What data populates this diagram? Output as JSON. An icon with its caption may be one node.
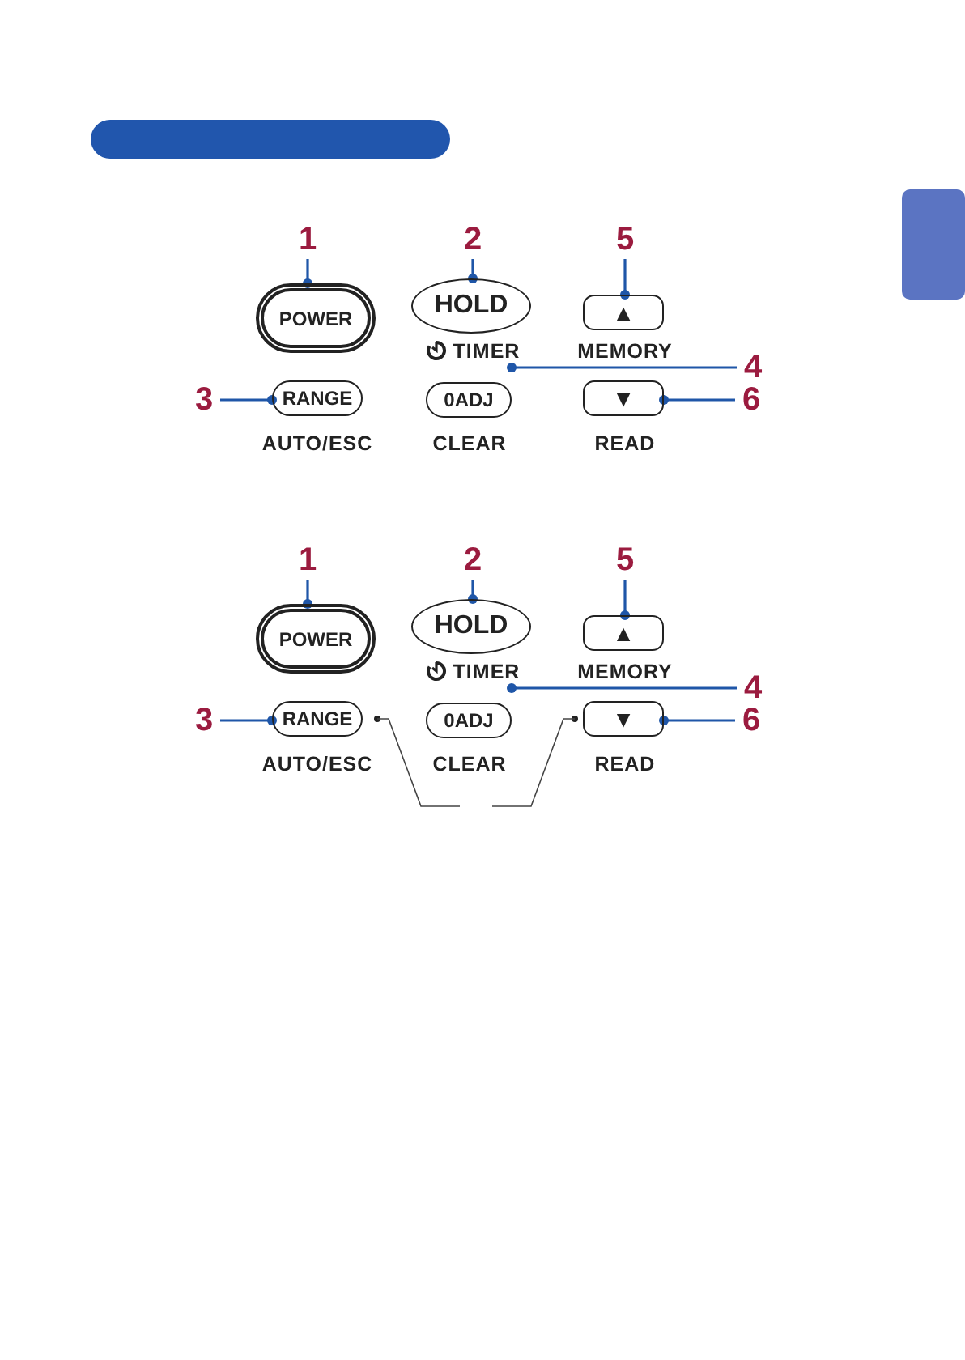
{
  "diagram": {
    "nodes": [
      {
        "text": [
          "1"
        ]
      },
      {
        "text": [
          "2"
        ]
      },
      {
        "text": [
          "5"
        ]
      },
      {
        "text": [
          "POWER"
        ]
      },
      {
        "text": [
          "HOLD"
        ]
      },
      {
        "text": [
          "▲"
        ]
      },
      {
        "text": [
          "4"
        ]
      },
      {
        "text": [
          "3"
        ]
      },
      {
        "text": [
          "RANGE"
        ]
      },
      {
        "text": [
          "0ADJ"
        ]
      },
      {
        "text": [
          "▼"
        ]
      },
      {
        "text": [
          "6"
        ]
      },
      {
        "text": [
          "1"
        ]
      },
      {
        "text": [
          "2"
        ]
      },
      {
        "text": [
          "5"
        ]
      },
      {
        "text": [
          "POWER"
        ]
      },
      {
        "text": [
          "HOLD"
        ]
      },
      {
        "text": [
          "▲"
        ]
      },
      {
        "text": [
          "4"
        ]
      },
      {
        "text": [
          "3"
        ]
      },
      {
        "text": [
          "RANGE"
        ]
      },
      {
        "text": [
          "0ADJ"
        ]
      },
      {
        "text": [
          "▼"
        ]
      },
      {
        "text": [
          "6"
        ]
      }
    ],
    "edges": [
      {
        "from": 0,
        "to": 3,
        "arrow": "other"
      },
      {
        "from": 1,
        "to": 4,
        "arrow": "other"
      },
      {
        "from": 2,
        "to": 5,
        "arrow": "other"
      },
      {
        "from": 6,
        "to": 9,
        "arrow": "other"
      },
      {
        "from": 7,
        "to": 8,
        "arrow": "other"
      },
      {
        "from": 11,
        "to": 10,
        "arrow": "other"
      },
      {
        "from": 12,
        "to": 15,
        "arrow": "other"
      },
      {
        "from": 13,
        "to": 16,
        "arrow": "other"
      },
      {
        "from": 14,
        "to": 17,
        "arrow": "other"
      },
      {
        "from": 18,
        "to": 21,
        "arrow": "other"
      },
      {
        "from": 19,
        "to": 20,
        "arrow": "other"
      },
      {
        "from": 23,
        "to": 22,
        "arrow": "other"
      }
    ],
    "labels": [
      "TIMER",
      "MEMORY",
      "AUTO/ESC",
      "CLEAR",
      "READ",
      "TIMER",
      "MEMORY",
      "AUTO/ESC",
      "CLEAR",
      "READ"
    ]
  }
}
